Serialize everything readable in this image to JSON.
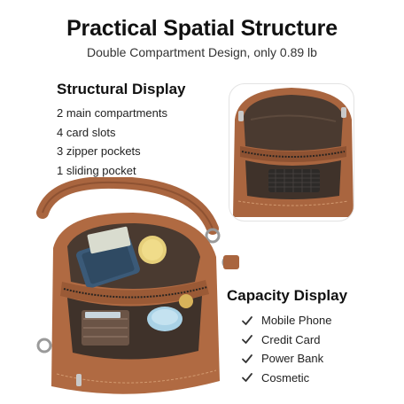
{
  "header": {
    "title": "Practical Spatial Structure",
    "subtitle": "Double Compartment Design, only 0.89 lb"
  },
  "structural": {
    "heading": "Structural Display",
    "items": [
      "2 main compartments",
      "4 card slots",
      "3 zipper pockets",
      "1 sliding pocket"
    ]
  },
  "capacity": {
    "heading": "Capacity Display",
    "icon": "check-icon",
    "items": [
      "Mobile Phone",
      "Credit Card",
      "Power Bank",
      "Cosmetic"
    ]
  },
  "colors": {
    "leather": "#b06a42",
    "leather_dark": "#7a4328",
    "lining": "#4a3a30",
    "text": "#111111"
  }
}
